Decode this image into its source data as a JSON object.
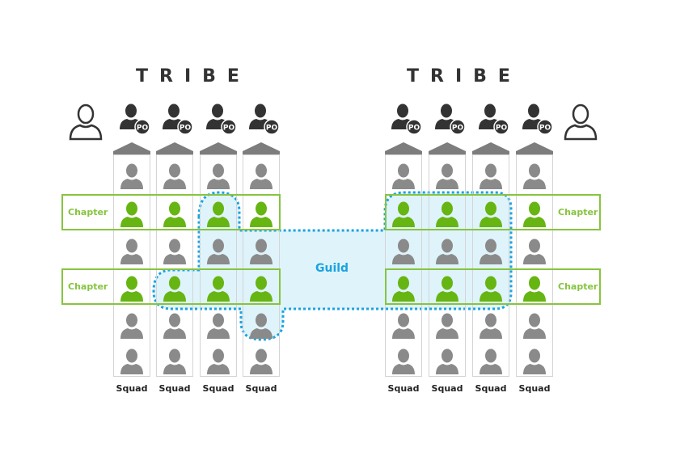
{
  "colors": {
    "member_gray": "#8a8a8a",
    "member_green": "#66b513",
    "po_dark": "#333333",
    "chapter_border": "#86c440",
    "guild_blue": "#1aa3e0",
    "guild_fill": "#dff3fb",
    "squad_border": "#d4d4d4"
  },
  "tribes": [
    {
      "title": "TRIBE",
      "lead_icon": "person-outline-icon",
      "po_badge": "PO",
      "squads": [
        {
          "label": "Squad"
        },
        {
          "label": "Squad"
        },
        {
          "label": "Squad"
        },
        {
          "label": "Squad"
        }
      ],
      "chapters": [
        {
          "label": "Chapter"
        },
        {
          "label": "Chapter"
        }
      ]
    },
    {
      "title": "TRIBE",
      "lead_icon": "person-outline-icon",
      "po_badge": "PO",
      "squads": [
        {
          "label": "Squad"
        },
        {
          "label": "Squad"
        },
        {
          "label": "Squad"
        },
        {
          "label": "Squad"
        }
      ],
      "chapters": [
        {
          "label": "Chapter"
        },
        {
          "label": "Chapter"
        }
      ]
    }
  ],
  "guild": {
    "label": "Guild"
  }
}
